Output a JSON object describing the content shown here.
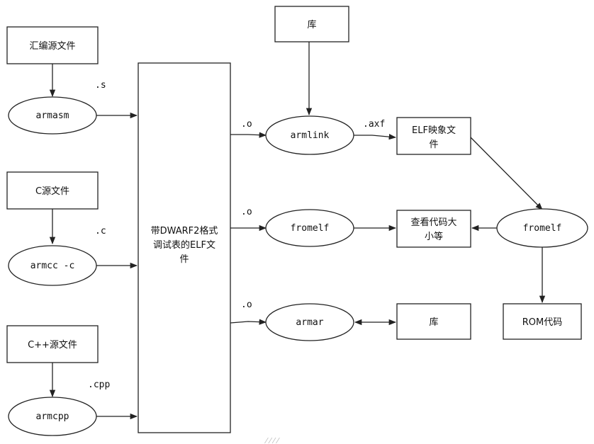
{
  "diagram": {
    "boxes": {
      "asm_source": "汇编源文件",
      "c_source": "C源文件",
      "cpp_source": "C++源文件",
      "elf_debug_line1": "带DWARF2格式",
      "elf_debug_line2": "调试表的ELF文",
      "elf_debug_line3": "件",
      "library_top": "库",
      "elf_image_line1": "ELF映象文",
      "elf_image_line2": "件",
      "view_code_line1": "查看代码大",
      "view_code_line2": "小等",
      "library_bottom": "库",
      "rom_code": "ROM代码"
    },
    "tools": {
      "armasm": "armasm",
      "armcc": "armcc -c",
      "armcpp": "armcpp",
      "armlink": "armlink",
      "fromelf_mid": "fromelf",
      "fromelf_right": "fromelf",
      "armar": "armar"
    },
    "extensions": {
      "s": ".s",
      "c": ".c",
      "cpp": ".cpp",
      "o1": ".o",
      "o2": ".o",
      "o3": ".o",
      "axf": ".axf"
    },
    "watermark": "⁄ ⁄ ⁄ ⁄"
  }
}
